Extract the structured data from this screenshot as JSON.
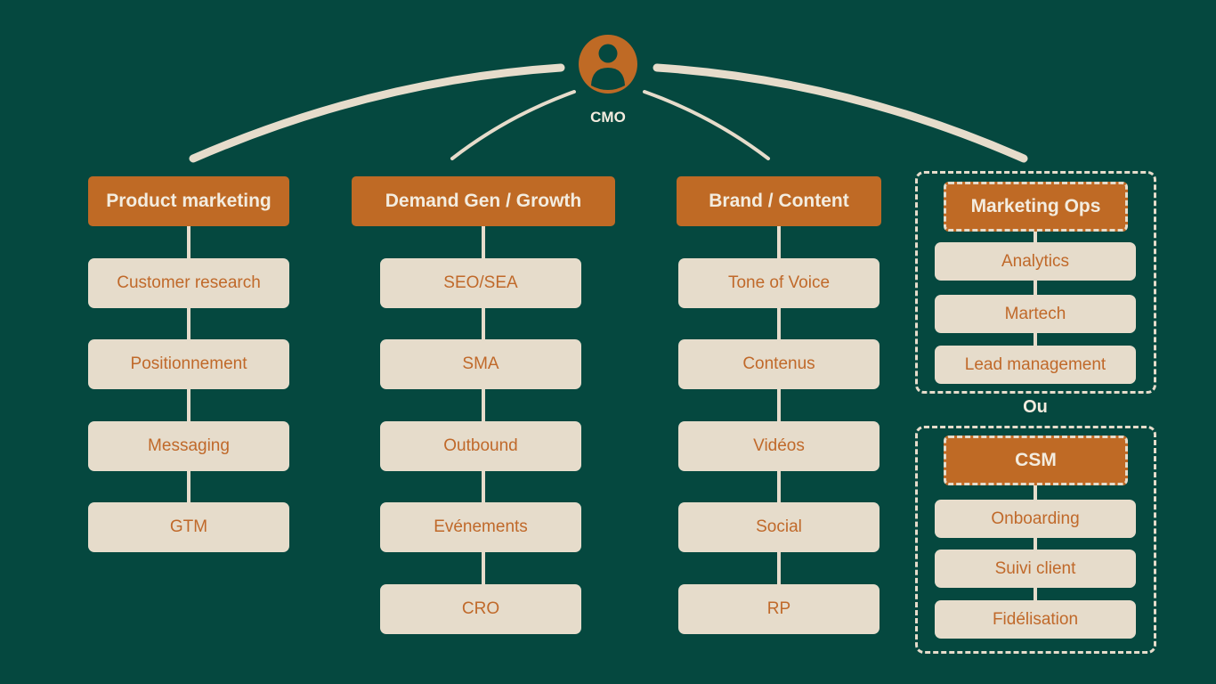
{
  "colors": {
    "background": "#05483F",
    "accent": "#BF6A25",
    "card": "#E6DCCB",
    "card_text": "#C0692A",
    "light_text": "#F3ECDF"
  },
  "top": {
    "label": "CMO",
    "icon": "user-avatar-icon"
  },
  "columns": [
    {
      "head": "Product marketing",
      "items": [
        "Customer research",
        "Positionnement",
        "Messaging",
        "GTM"
      ]
    },
    {
      "head": "Demand Gen / Growth",
      "items": [
        "SEO/SEA",
        "SMA",
        "Outbound",
        "Evénements",
        "CRO"
      ]
    },
    {
      "head": "Brand / Content",
      "items": [
        "Tone of Voice",
        "Contenus",
        "Vidéos",
        "Social",
        "RP"
      ]
    }
  ],
  "options": {
    "separator": "Ou",
    "groups": [
      {
        "head": "Marketing Ops",
        "items": [
          "Analytics",
          "Martech",
          "Lead management"
        ]
      },
      {
        "head": "CSM",
        "items": [
          "Onboarding",
          "Suivi client",
          "Fidélisation"
        ]
      }
    ]
  }
}
